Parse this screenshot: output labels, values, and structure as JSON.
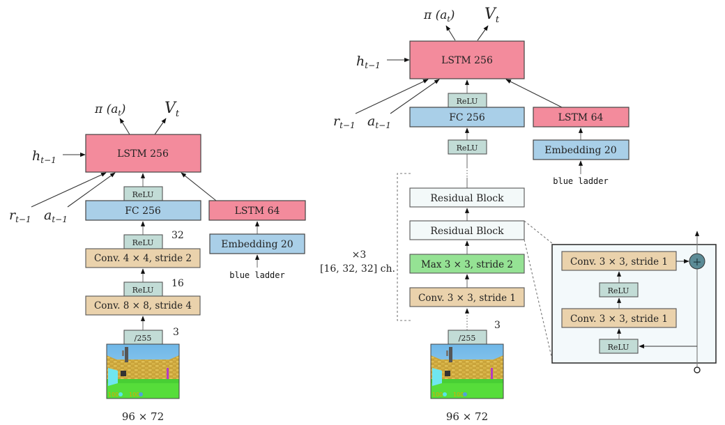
{
  "left_net": {
    "outputs": {
      "policy": "π (a",
      "policy_sub": "t",
      "policy_close": ")",
      "value": "V",
      "value_sub": "t"
    },
    "hidden_in": {
      "label": "h",
      "sub": "t−1"
    },
    "reward_in": {
      "label": "r",
      "sub": "t−1"
    },
    "action_in": {
      "label": "a",
      "sub": "t−1"
    },
    "lstm_main": "LSTM 256",
    "fc": "FC 256",
    "relu_fc": "ReLU",
    "conv2": "Conv. 4 × 4, stride 2",
    "relu_conv2": "ReLU",
    "conv2_channels": "32",
    "conv1": "Conv. 8 × 8, stride 4",
    "relu_conv1": "ReLU",
    "conv1_channels": "16",
    "normalize": "/255",
    "input_channels": "3",
    "input_size": "96 × 72",
    "lstm_text": "LSTM 64",
    "embedding": "Embedding 20",
    "instruction": "blue ladder"
  },
  "right_net": {
    "outputs": {
      "policy": "π (a",
      "policy_sub": "t",
      "policy_close": ")",
      "value": "V",
      "value_sub": "t"
    },
    "hidden_in": {
      "label": "h",
      "sub": "t−1"
    },
    "reward_in": {
      "label": "r",
      "sub": "t−1"
    },
    "action_in": {
      "label": "a",
      "sub": "t−1"
    },
    "lstm_main": "LSTM 256",
    "fc": "FC 256",
    "relu_fc": "ReLU",
    "relu_res": "ReLU",
    "res_block_top": "Residual Block",
    "res_block_bottom": "Residual Block",
    "maxpool": "Max 3 × 3, stride 2",
    "conv": "Conv. 3 × 3, stride 1",
    "repeat_label": "×3",
    "repeat_channels": "[16, 32, 32] ch.",
    "normalize": "/255",
    "input_channels": "3",
    "input_size": "96 × 72",
    "lstm_text": "LSTM 64",
    "embedding": "Embedding 20",
    "instruction": "blue ladder",
    "residual_detail": {
      "conv_top": "Conv. 3 × 3, stride 1",
      "relu_mid": "ReLU",
      "conv_bottom": "Conv. 3 × 3, stride 1",
      "relu_bottom": "ReLU",
      "add_symbol": "+"
    }
  },
  "colors": {
    "lstm": "#f38b9c",
    "fc_embedding": "#a9cfe8",
    "relu": "#c2dcd6",
    "conv": "#ead2ac",
    "maxpool": "#95e294",
    "residual": "#f3f9f9",
    "add_node": "#5b8b96"
  }
}
